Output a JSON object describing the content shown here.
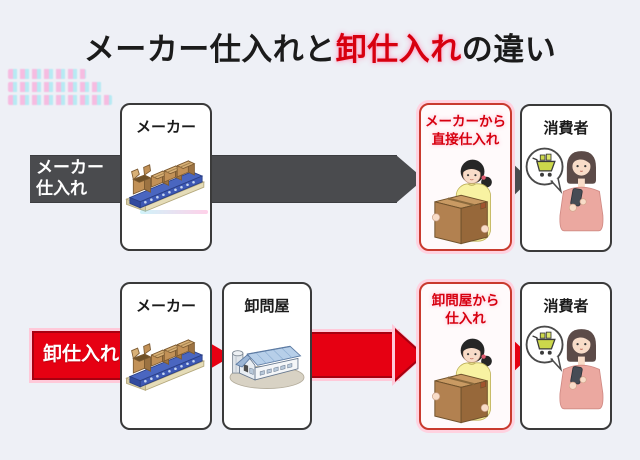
{
  "title": {
    "prefix": "メーカー仕入れと",
    "highlight": "卸仕入れ",
    "suffix": "の違い"
  },
  "flow_maker": {
    "label_line1": "メーカー",
    "label_line2": "仕入れ",
    "maker_card_title": "メーカー",
    "purchase_line1": "メーカーから",
    "purchase_line2": "直接仕入れ",
    "consumer_card_title": "消費者"
  },
  "flow_wholesale": {
    "label": "卸仕入れ",
    "maker_card_title": "メーカー",
    "wholesaler_card_title": "卸問屋",
    "purchase_line1": "卸問屋から",
    "purchase_line2": "仕入れ",
    "consumer_card_title": "消費者"
  },
  "colors": {
    "background": "#eef0f6",
    "title_text": "#1b1b1b",
    "accent_red": "#d7000f",
    "dark_arrow": "#4a4b4e",
    "red_arrow": "#e60012",
    "red_card_border": "#c93a2e",
    "card_border": "#3a3a3a",
    "pink_glow": "#ffc9d9",
    "card_bg": "#ffffff"
  },
  "icons": {
    "conveyor_boxes": "factory-conveyor-with-cardboard-boxes",
    "warehouse": "wholesale-warehouse-building-with-silo",
    "person_with_box": "woman-holding-cardboard-box",
    "consumer_phone": "woman-using-smartphone",
    "cart": "shopping-cart-in-speech-bubble"
  }
}
